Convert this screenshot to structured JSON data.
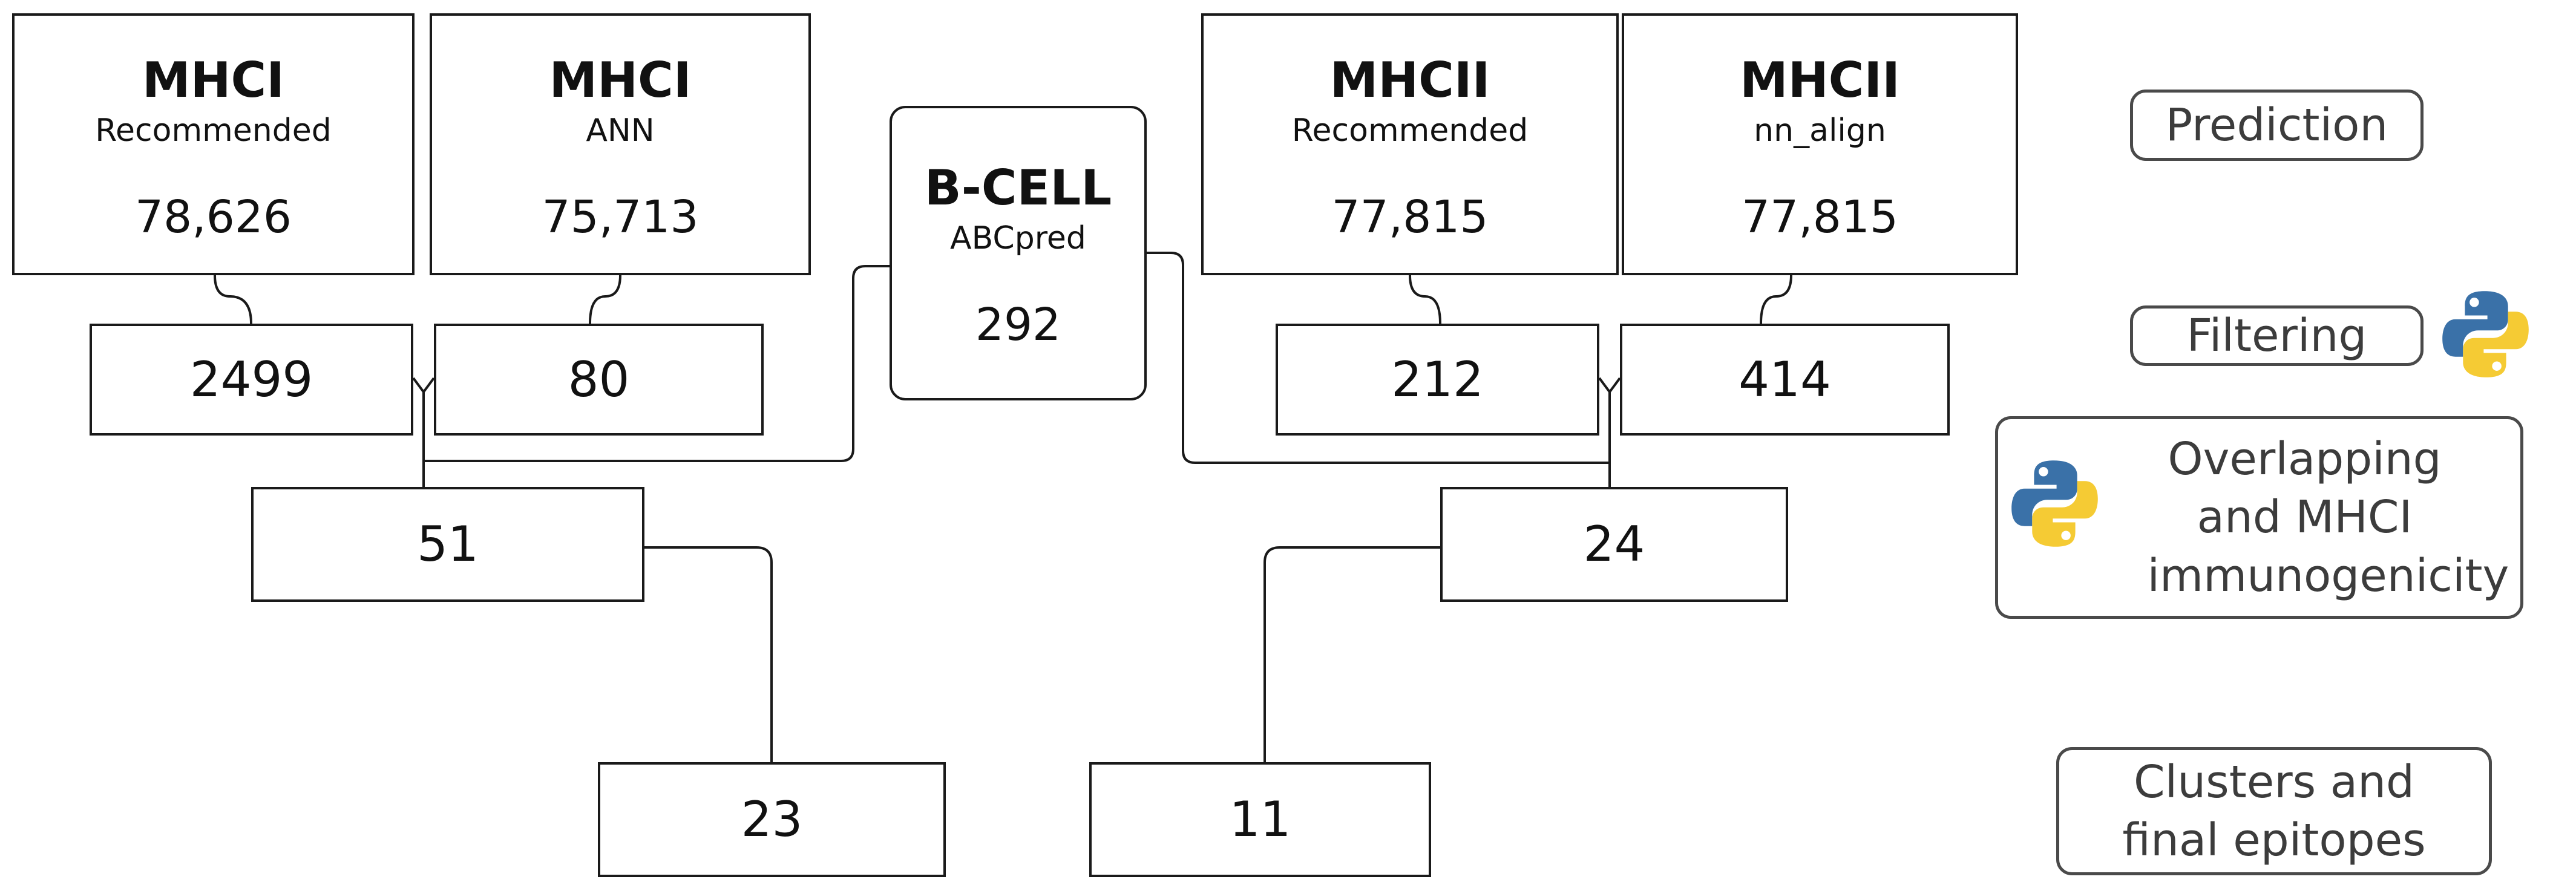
{
  "prediction_boxes": {
    "mhci_recommended": {
      "title": "MHCI",
      "method": "Recommended",
      "count": "78,626"
    },
    "mhci_ann": {
      "title": "MHCI",
      "method": "ANN",
      "count": "75,713"
    },
    "bcell": {
      "title": "B-CELL",
      "method": "ABCpred",
      "count": "292"
    },
    "mhcii_recommended": {
      "title": "MHCII",
      "method": "Recommended",
      "count": "77,815"
    },
    "mhcii_nn_align": {
      "title": "MHCII",
      "method": "nn_align",
      "count": "77,815"
    }
  },
  "filtering_boxes": {
    "mhci_recommended": "2499",
    "mhci_ann": "80",
    "mhcii_recommended": "212",
    "mhcii_nn_align": "414"
  },
  "overlap_boxes": {
    "mhci": "51",
    "mhcii": "24"
  },
  "final_boxes": {
    "mhci": "23",
    "mhcii": "11"
  },
  "legend": {
    "prediction": "Prediction",
    "filtering": "Filtering",
    "overlapping": "Overlapping and MHCI immunogenicity",
    "clusters": "Clusters and final epitopes"
  },
  "icons": {
    "python_logo": "python-logo",
    "python_blue": "#3a71a8",
    "python_yellow": "#f5cb34"
  }
}
